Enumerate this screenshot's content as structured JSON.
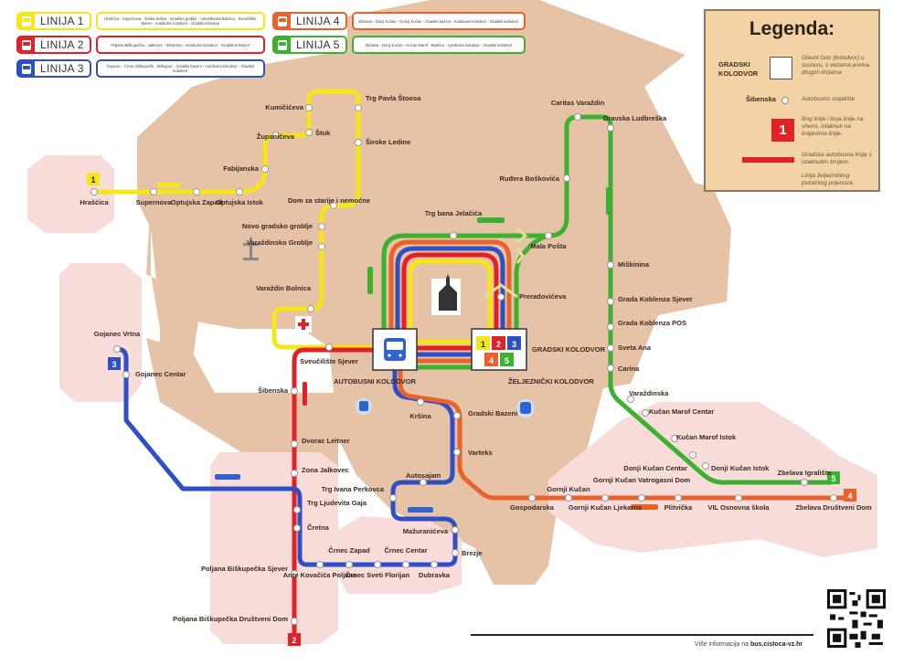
{
  "lines": [
    {
      "id": "1",
      "label": "LINIJA 1",
      "color": "#f5e617",
      "route": "Hrašćica - Supernova - Široke ledine - Gradsko groblje - Varaždinska Bolnica - Sveučilište Sjever - Autobusni kolodvor - Gradski kolodvor"
    },
    {
      "id": "2",
      "label": "LINIJA 2",
      "color": "#e02127",
      "route": "Poljana Biškupečka - Jalkovec - Šibenska - Autobusni kolodvor - Gradski kolodvor"
    },
    {
      "id": "3",
      "label": "LINIJA 3",
      "color": "#2f4fc6",
      "route": "Gojanec - Črnec Biškupečki - Biškupec - Gradski bazeni - Autobusni kolodvor - Gradski kolodvor"
    },
    {
      "id": "4",
      "label": "LINIJA 4",
      "color": "#e8632b",
      "route": "Zbelava - Donji Kučan - Gornji Kučan - Gradski bazeni - Autobusni kolodvor - Gradski kolodvor"
    },
    {
      "id": "5",
      "label": "LINIJA 5",
      "color": "#3cb130",
      "route": "Zbelava - Donji Kučan - Kučan Marof - Banfica - Autobusni kolodvor - Gradski kolodvor"
    }
  ],
  "legend": {
    "title": "Legenda:",
    "node_label": "GRADSKI KOLODVOR",
    "node_desc": "Glavni čvor (kolodvor) u sustavu, s vezama prema drugim linijama",
    "stop_label": "Šibenska",
    "stop_desc": "Autobusno stajalište",
    "number_value": "1",
    "number_desc": "Broj linije i boja linije na shemi, istaknuti na krajevima linije.",
    "line_desc": "Gradska autobusna linija s istaknutim brojem.",
    "rail_desc": "Linija željezničkog putničkog prijevoza."
  },
  "hubs": {
    "bus_station": "AUTOBUSNI KOLODVOR",
    "city_station": "GRADSKI KOLODVOR",
    "rail_station": "ŽELJEZNIČKI KOLODVOR"
  },
  "stops": {
    "line1": [
      "Hrašćica",
      "Supernova",
      "Optujska Zapad",
      "Optujska Istok",
      "Fabijanska",
      "Županičeva",
      "Kumičićeva",
      "Štuk",
      "Trg Pavla Štoosa",
      "Široke Ledine",
      "Dom za starije i nemoćne",
      "Novo gradsko groblje",
      "Varaždinsko Groblje",
      "Varaždin Bolnica",
      "Sveučilište Sjever"
    ],
    "line2": [
      "Šibenska",
      "Dvorac Leitner",
      "Zona Jalkovec",
      "Trg Ljudevita Gaja",
      "Čretna",
      "Poljana Biškupečka Sjever",
      "Poljana Biškupečka Društveni Dom"
    ],
    "line3": [
      "Gojanec Vrtna",
      "Gojanec Centar",
      "Ante Kovačića Poljana",
      "Črnec Zapad",
      "Črnec Sveti Florijan",
      "Črnec Centar",
      "Dubravka",
      "Brezje",
      "Mažuranićeva",
      "Trg Ivana Perkovca",
      "Autosajam"
    ],
    "line34": [
      "Kršina",
      "Gradski Bazeni",
      "Varteks"
    ],
    "line4": [
      "Gospodarska",
      "Gornji Kučan",
      "Gornji Kučan Ljekarna",
      "Gornji Kučan Vatrogasni Dom",
      "Plitvička",
      "VIL Osnovna škola",
      "Zbelava Društveni Dom"
    ],
    "line5": [
      "Trg bana Jelačića",
      "Mala Pošta",
      "Ruđera Boškovića",
      "Caritas Varaždin",
      "Dravska Ludbreška",
      "Miškinina",
      "Grada Koblenza Sjever",
      "Grada Koblenza POS",
      "Sveta Ana",
      "Carina",
      "Varaždinska",
      "Kučan Marof Centar",
      "Kučan Marof Istok",
      "Donji Kučan Centar",
      "Donji Kučan Istok",
      "Zbelava Igralište"
    ],
    "preradoviceva": "Preradovićeva"
  },
  "line_numbers": {
    "l1": "1",
    "l2": "2",
    "l3": "3",
    "l4": "4",
    "l5": "5"
  },
  "footer": {
    "text": "Više informacija na ",
    "url": "bus.cistoca-vz.hr"
  }
}
